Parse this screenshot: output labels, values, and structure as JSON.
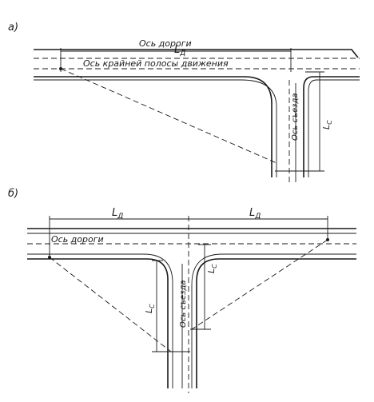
{
  "panel_a": {
    "label": "a)",
    "road_axis_label": "Ось дороги",
    "lane_axis_label": "Ось крайней полосы движения",
    "ld_label": "L",
    "ld_subscript": "Д",
    "lc_label": "L",
    "lc_subscript": "С",
    "exit_axis_label": "Ось съезда"
  },
  "panel_b": {
    "label": "б)",
    "road_axis_label": "Ось дороги",
    "ld_left_label": "L",
    "ld_left_subscript": "Д",
    "ld_right_label": "L",
    "ld_right_subscript": "Д",
    "lc_left_label": "L",
    "lc_left_subscript": "С",
    "lc_right_label": "L",
    "lc_right_subscript": "С",
    "exit_axis_label": "Ось съезда"
  },
  "colors": {
    "ink": "#1a1a1a",
    "paper": "#ffffff"
  }
}
